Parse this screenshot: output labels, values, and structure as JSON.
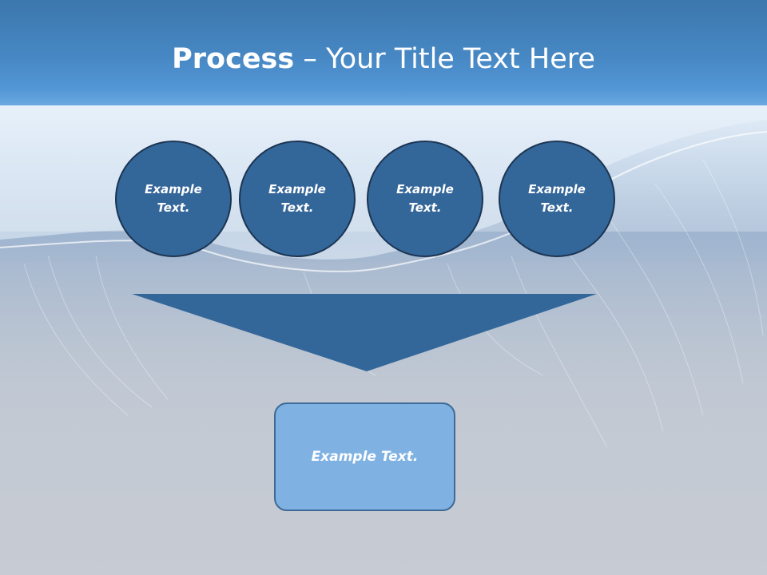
{
  "title": {
    "bold": "Process",
    "dash": " – ",
    "rest": "Your Title Text Here"
  },
  "process_steps": [
    {
      "line1": "Example",
      "line2": "Text."
    },
    {
      "line1": "Example",
      "line2": "Text."
    },
    {
      "line1": "Example",
      "line2": "Text."
    },
    {
      "line1": "Example",
      "line2": "Text."
    }
  ],
  "result": {
    "label": "Example Text."
  },
  "colors": {
    "header": "#4788c4",
    "circle_fill": "#336699",
    "circle_border": "#1c3553",
    "funnel": "#336699",
    "result_fill": "#7fb2e2",
    "result_border": "#3d6a97"
  }
}
